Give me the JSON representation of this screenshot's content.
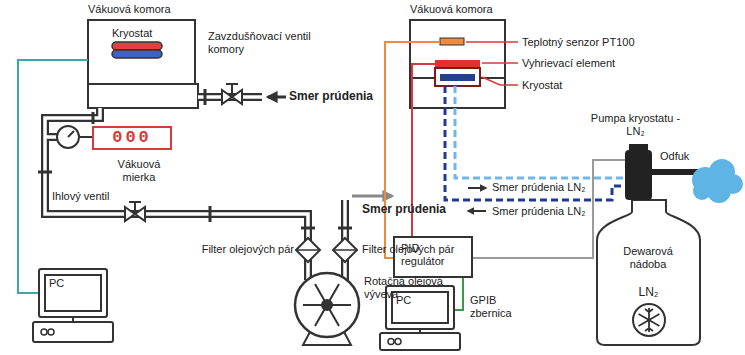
{
  "diagram": {
    "nodes": [
      {
        "text": [
          "Vákuová komora"
        ]
      },
      {
        "text": [
          "000",
          "Vákuová mierka"
        ]
      },
      {
        "text": [
          "PC"
        ]
      },
      {
        "text": [
          "Vákuová komora"
        ]
      },
      {
        "text": [
          "PID regulátor"
        ]
      },
      {
        "text": [
          "PC"
        ]
      },
      {
        "text": [
          "Dewarová nádoba",
          "LN₂"
        ]
      }
    ],
    "edges": [
      {
        "from": 2,
        "to": 0,
        "arrow": "none"
      },
      {
        "from": 4,
        "to": 3,
        "arrow": "none"
      },
      {
        "from": 4,
        "to": 3,
        "arrow": "none"
      },
      {
        "from": 5,
        "to": 4,
        "label": "GPIB zbernica",
        "arrow": "none"
      }
    ],
    "labels": [
      "Kryostat",
      "Zavzdušňovací ventil komory",
      "Smer prúdenia",
      "Ihlový ventil",
      "Filter olejových pár",
      "Filter olejových pár",
      "Smer prúdenia",
      "Rotačná olejová výveva",
      "Teplotný senzor PT100",
      "Vyhrievací element",
      "Kryostat",
      "Pumpa kryostatu - LN₂",
      "Odfuk",
      "Smer prúdenia LN₂",
      "Smer prúdenia LN₂"
    ]
  }
}
